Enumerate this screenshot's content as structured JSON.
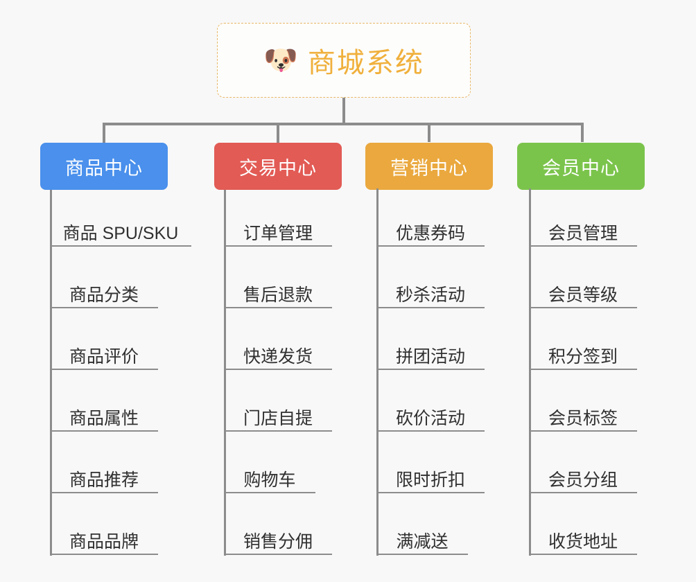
{
  "page": {
    "background_color": "#f8f8f8",
    "line_color": "#8c8c8c"
  },
  "root": {
    "icon": "dog-face-emoji",
    "emoji": "🐶",
    "title": "商城系统",
    "border_color": "#e8b765",
    "text_color": "#f0b03c"
  },
  "columns": [
    {
      "id": "product-center",
      "title": "商品中心",
      "color": "#4a90ec",
      "items": [
        "商品 SPU/SKU",
        "商品分类",
        "商品评价",
        "商品属性",
        "商品推荐",
        "商品品牌"
      ]
    },
    {
      "id": "trade-center",
      "title": "交易中心",
      "color": "#e25b55",
      "items": [
        "订单管理",
        "售后退款",
        "快递发货",
        "门店自提",
        "购物车",
        "销售分佣"
      ]
    },
    {
      "id": "marketing-center",
      "title": "营销中心",
      "color": "#eaa83e",
      "items": [
        "优惠券码",
        "秒杀活动",
        "拼团活动",
        "砍价活动",
        "限时折扣",
        "满减送"
      ]
    },
    {
      "id": "member-center",
      "title": "会员中心",
      "color": "#7bc košt"
    }
  ]
}
